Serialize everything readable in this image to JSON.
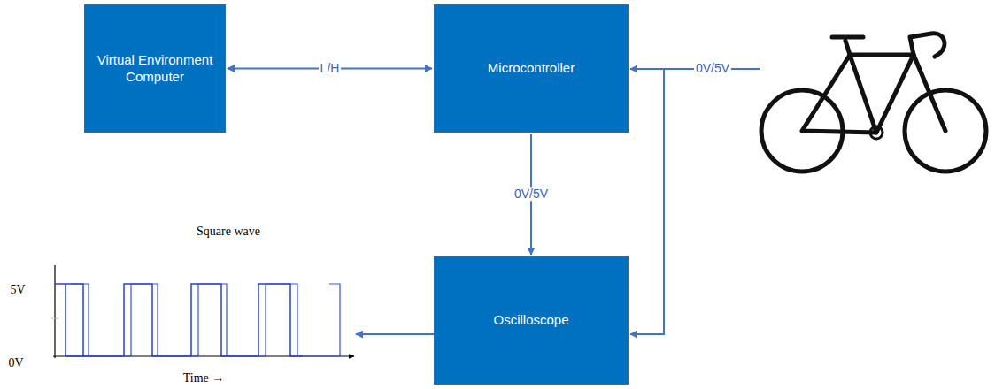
{
  "diagram": {
    "nodes": [
      {
        "text": [
          "Virtual Environment Computer"
        ]
      },
      {
        "text": [
          "Microcontroller"
        ]
      },
      {
        "text": [
          "Oscilloscope"
        ]
      }
    ],
    "edges": [
      {
        "from": 0,
        "to": 1,
        "label": "L/H",
        "arrow": "both"
      },
      {
        "from": 1,
        "to": 2,
        "label": "0V/5V",
        "arrow": "to"
      }
    ],
    "labels": [
      "0V/5V",
      "Square wave",
      "5V",
      "0V",
      "Time →"
    ]
  }
}
